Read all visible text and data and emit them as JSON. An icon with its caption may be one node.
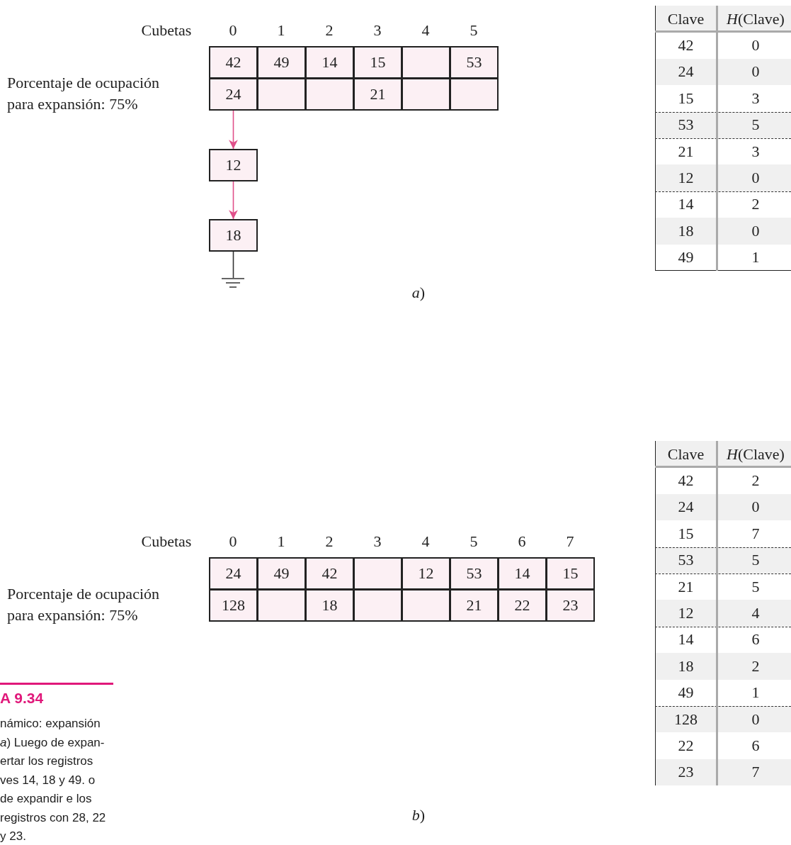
{
  "diagram": {
    "title": "A 9.34",
    "caption": "námico: expansión *a*) Luego de expan- ertar los registros ves 14, 18 y 49. o de expandir e los registros con 28, 22 y 23.",
    "nodes": [
      {
        "text": [
          "42"
        ]
      },
      {
        "text": [
          "49"
        ]
      },
      {
        "text": [
          "14"
        ]
      },
      {
        "text": [
          "15"
        ]
      },
      {
        "text": [],
        "shape": "box"
      },
      {
        "text": [
          "53"
        ]
      },
      {
        "text": [
          "24"
        ]
      },
      {
        "text": [],
        "shape": "box"
      },
      {
        "text": [],
        "shape": "box"
      },
      {
        "text": [
          "21"
        ]
      },
      {
        "text": [],
        "shape": "box"
      },
      {
        "text": [],
        "shape": "box"
      },
      {
        "text": [
          "12"
        ]
      },
      {
        "text": [
          "18"
        ]
      },
      {
        "text": [],
        "shape": "ground"
      },
      {
        "text": [
          "24"
        ]
      },
      {
        "text": [
          "49"
        ]
      },
      {
        "text": [
          "42"
        ]
      },
      {
        "text": [],
        "shape": "box"
      },
      {
        "text": [
          "12"
        ]
      },
      {
        "text": [
          "53"
        ]
      },
      {
        "text": [
          "14"
        ]
      },
      {
        "text": [
          "15"
        ]
      },
      {
        "text": [
          "128"
        ]
      },
      {
        "text": [],
        "shape": "box"
      },
      {
        "text": [
          "18"
        ]
      },
      {
        "text": [],
        "shape": "box"
      },
      {
        "text": [],
        "shape": "box"
      },
      {
        "text": [
          "21"
        ]
      },
      {
        "text": [
          "22"
        ]
      },
      {
        "text": [
          "23"
        ]
      }
    ],
    "edges": [
      {
        "from": 6,
        "to": 12,
        "arrow": "to"
      },
      {
        "from": 12,
        "to": 13,
        "arrow": "to"
      },
      {
        "from": 13,
        "to": 14,
        "arrow": "none",
        "color": "#333333"
      }
    ],
    "labels": [
      "Cubetas",
      "0",
      "1",
      "2",
      "3",
      "4",
      "5",
      "Porcentaje de ocupación para expansión: 75%",
      "Clave",
      "*H*(Clave)",
      "42",
      "0",
      "24",
      "0",
      "15",
      "3",
      "53",
      "5",
      "21",
      "3",
      "12",
      "0",
      "14",
      "2",
      "18",
      "0",
      "49",
      "1",
      "*a*)",
      "Clave",
      "*H*(Clave)",
      "42",
      "2",
      "24",
      "0",
      "15",
      "7",
      "53",
      "5",
      "21",
      "5",
      "12",
      "4",
      "14",
      "6",
      "18",
      "2",
      "49",
      "1",
      "128",
      "0",
      "22",
      "6",
      "23",
      "7",
      "Cubetas",
      "0",
      "1",
      "2",
      "3",
      "4",
      "5",
      "6",
      "7",
      "Porcentaje de ocupación para expansión: 75%",
      "*b*)"
    ]
  }
}
